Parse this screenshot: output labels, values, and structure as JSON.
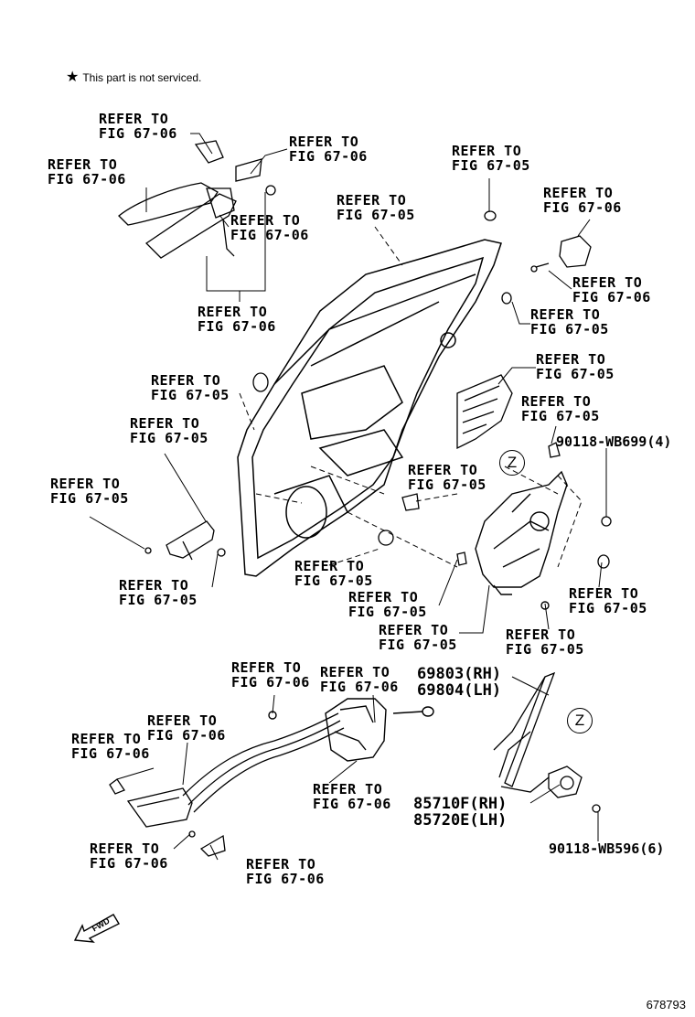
{
  "note": {
    "star": "★",
    "text": "This part is not serviced."
  },
  "refer": {
    "r1": "REFER TO\nFIG 67-06",
    "r2": "REFER TO\nFIG 67-06",
    "r3": "REFER TO\nFIG 67-06",
    "r4": "REFER TO\nFIG 67-06",
    "r5": "REFER TO\nFIG 67-06",
    "r6": "REFER TO\nFIG 67-05",
    "r7": "REFER TO\nFIG 67-05",
    "r8": "REFER TO\nFIG 67-06",
    "r9": "REFER TO\nFIG 67-06",
    "r10": "REFER TO\nFIG 67-05",
    "r11": "REFER TO\nFIG 67-05",
    "r12": "REFER TO\nFIG 67-05",
    "r13": "REFER TO\nFIG 67-05",
    "r14": "REFER TO\nFIG 67-05",
    "r15": "REFER TO\nFIG 67-05",
    "r16": "REFER TO\nFIG 67-05",
    "r17": "REFER TO\nFIG 67-05",
    "r18": "REFER TO\nFIG 67-05",
    "r19": "REFER TO\nFIG 67-05",
    "r20": "REFER TO\nFIG 67-05",
    "r21": "REFER TO\nFIG 67-05",
    "r22": "REFER TO\nFIG 67-05",
    "r23": "REFER TO\nFIG 67-06",
    "r24": "REFER TO\nFIG 67-06",
    "r25": "REFER TO\nFIG 67-06",
    "r26": "REFER TO\nFIG 67-06",
    "r27": "REFER TO\nFIG 67-06",
    "r28": "REFER TO\nFIG 67-06",
    "r29": "REFER TO\nFIG 67-06"
  },
  "parts": {
    "bolt_upper": "90118-WB699(4)",
    "regulator": "69803(RH)\n69804(LH)",
    "motor": "85710F(RH)\n85720E(LH)",
    "bolt_lower": "90118-WB596(6)"
  },
  "z_marker": "Z",
  "fwd": "FWD",
  "figure_id": "678793"
}
